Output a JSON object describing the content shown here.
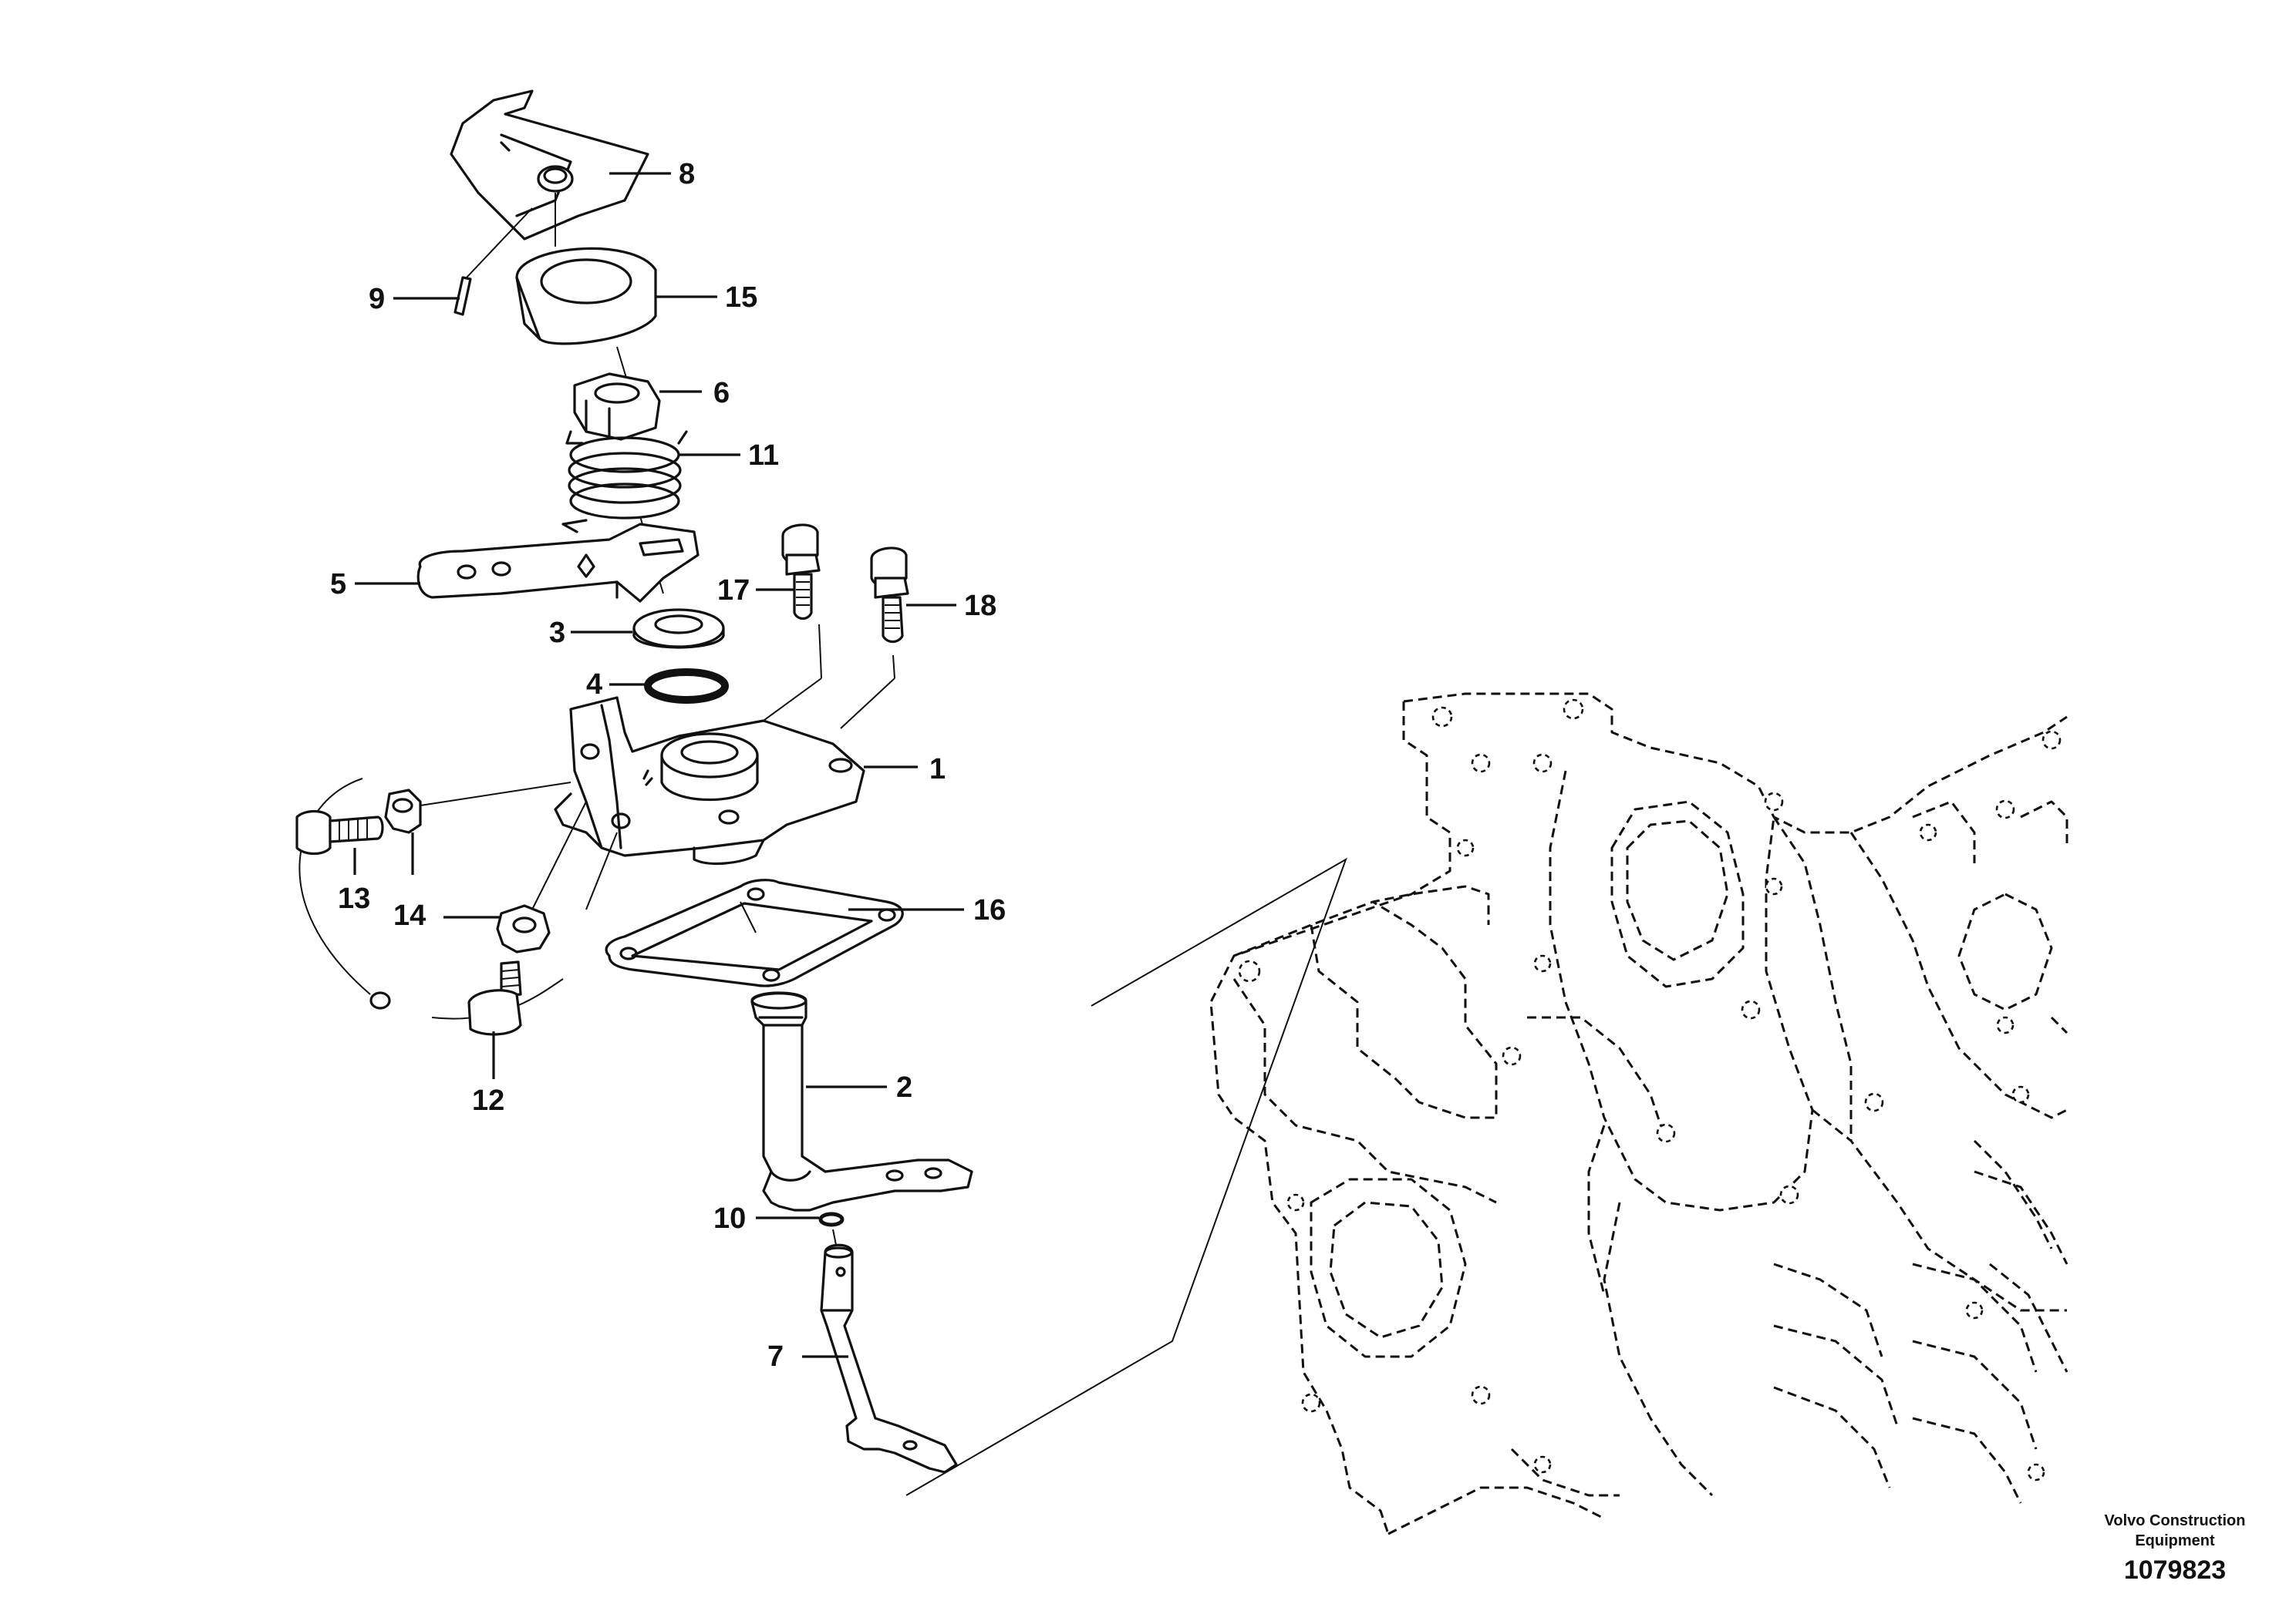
{
  "diagram": {
    "callouts": [
      {
        "id": "c1",
        "label": "1"
      },
      {
        "id": "c2",
        "label": "2"
      },
      {
        "id": "c3",
        "label": "3"
      },
      {
        "id": "c4",
        "label": "4"
      },
      {
        "id": "c5",
        "label": "5"
      },
      {
        "id": "c6",
        "label": "6"
      },
      {
        "id": "c7",
        "label": "7"
      },
      {
        "id": "c8",
        "label": "8"
      },
      {
        "id": "c9",
        "label": "9"
      },
      {
        "id": "c10",
        "label": "10"
      },
      {
        "id": "c11",
        "label": "11"
      },
      {
        "id": "c12",
        "label": "12"
      },
      {
        "id": "c13",
        "label": "13"
      },
      {
        "id": "c14",
        "label": "14"
      },
      {
        "id": "c15",
        "label": "15"
      },
      {
        "id": "c16",
        "label": "16"
      },
      {
        "id": "c17",
        "label": "17"
      },
      {
        "id": "c18",
        "label": "18"
      }
    ]
  },
  "footer": {
    "company_line1": "Volvo Construction",
    "company_line2": "Equipment",
    "illustration_code": "1079823"
  }
}
